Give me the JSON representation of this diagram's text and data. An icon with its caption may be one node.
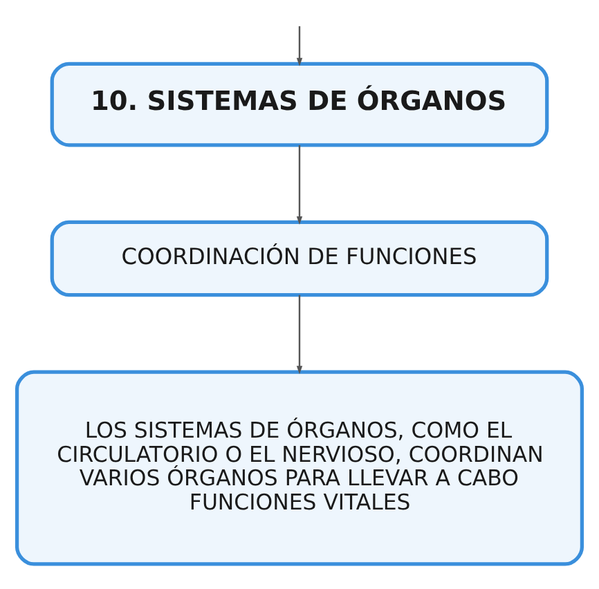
{
  "diagram": {
    "nodes": [
      {
        "text": [
          "10. SISTEMAS DE ÓRGANOS"
        ]
      },
      {
        "text": [
          "COORDINACIÓN DE FUNCIONES"
        ]
      },
      {
        "text": [
          "LOS SISTEMAS DE ÓRGANOS, COMO EL CIRCULATORIO O EL NERVIOSO, COORDINAN VARIOS ÓRGANOS PARA LLEVAR A CABO FUNCIONES VITALES"
        ]
      }
    ],
    "edges": [
      {
        "from": null,
        "to": 0,
        "arrow": "to"
      },
      {
        "from": 0,
        "to": 1,
        "arrow": "to"
      },
      {
        "from": 1,
        "to": 2,
        "arrow": "to"
      }
    ]
  }
}
